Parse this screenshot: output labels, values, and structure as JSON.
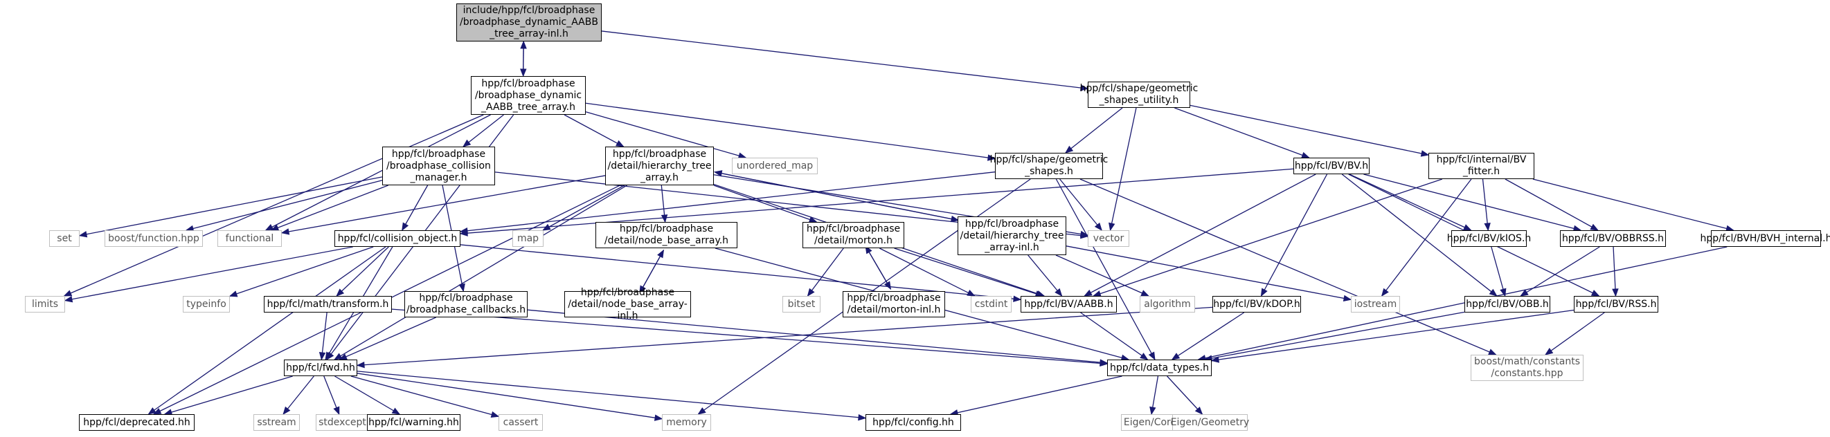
{
  "nodes": [
    {
      "id": "root",
      "label": "include/hpp/fcl/broadphase\n/broadphase_dynamic_AABB\n_tree_array-inl.h",
      "kind": "root"
    },
    {
      "id": "dyn",
      "label": "hpp/fcl/broadphase\n/broadphase_dynamic\n_AABB_tree_array.h",
      "kind": "doc"
    },
    {
      "id": "gsu",
      "label": "hpp/fcl/shape/geometric\n_shapes_utility.h",
      "kind": "doc"
    },
    {
      "id": "bcm",
      "label": "hpp/fcl/broadphase\n/broadphase_collision\n_manager.h",
      "kind": "doc"
    },
    {
      "id": "htree",
      "label": "hpp/fcl/broadphase\n/detail/hierarchy_tree\n_array.h",
      "kind": "doc"
    },
    {
      "id": "umap",
      "label": "unordered_map",
      "kind": "ext"
    },
    {
      "id": "gs",
      "label": "hpp/fcl/shape/geometric\n_shapes.h",
      "kind": "doc"
    },
    {
      "id": "bv",
      "label": "hpp/fcl/BV/BV.h",
      "kind": "doc"
    },
    {
      "id": "fitter",
      "label": "hpp/fcl/internal/BV\n_fitter.h",
      "kind": "doc"
    },
    {
      "id": "set",
      "label": "set",
      "kind": "ext"
    },
    {
      "id": "bfunc",
      "label": "boost/function.hpp",
      "kind": "ext"
    },
    {
      "id": "functional",
      "label": "functional",
      "kind": "ext"
    },
    {
      "id": "co",
      "label": "hpp/fcl/collision_object.h",
      "kind": "doc"
    },
    {
      "id": "map",
      "label": "map",
      "kind": "ext"
    },
    {
      "id": "nba",
      "label": "hpp/fcl/broadphase\n/detail/node_base_array.h",
      "kind": "doc"
    },
    {
      "id": "morton",
      "label": "hpp/fcl/broadphase\n/detail/morton.h",
      "kind": "doc"
    },
    {
      "id": "htreeinl",
      "label": "hpp/fcl/broadphase\n/detail/hierarchy_tree\n_array-inl.h",
      "kind": "doc"
    },
    {
      "id": "vector",
      "label": "vector",
      "kind": "ext"
    },
    {
      "id": "kios",
      "label": "hpp/fcl/BV/kIOS.h",
      "kind": "doc"
    },
    {
      "id": "obbrss",
      "label": "hpp/fcl/BV/OBBRSS.h",
      "kind": "doc"
    },
    {
      "id": "bvhint",
      "label": "hpp/fcl/BVH/BVH_internal.h",
      "kind": "doc"
    },
    {
      "id": "limits",
      "label": "limits",
      "kind": "ext"
    },
    {
      "id": "typeinfo",
      "label": "typeinfo",
      "kind": "ext"
    },
    {
      "id": "transform",
      "label": "hpp/fcl/math/transform.h",
      "kind": "doc"
    },
    {
      "id": "bcb",
      "label": "hpp/fcl/broadphase\n/broadphase_callbacks.h",
      "kind": "doc"
    },
    {
      "id": "nbainl",
      "label": "hpp/fcl/broadphase\n/detail/node_base_array-inl.h",
      "kind": "doc"
    },
    {
      "id": "bitset",
      "label": "bitset",
      "kind": "ext"
    },
    {
      "id": "mortoninl",
      "label": "hpp/fcl/broadphase\n/detail/morton-inl.h",
      "kind": "doc"
    },
    {
      "id": "cstdint",
      "label": "cstdint",
      "kind": "ext"
    },
    {
      "id": "aabb",
      "label": "hpp/fcl/BV/AABB.h",
      "kind": "doc"
    },
    {
      "id": "algorithm",
      "label": "algorithm",
      "kind": "ext"
    },
    {
      "id": "kdop",
      "label": "hpp/fcl/BV/kDOP.h",
      "kind": "doc"
    },
    {
      "id": "iostream",
      "label": "iostream",
      "kind": "ext"
    },
    {
      "id": "obb",
      "label": "hpp/fcl/BV/OBB.h",
      "kind": "doc"
    },
    {
      "id": "rss",
      "label": "hpp/fcl/BV/RSS.h",
      "kind": "doc"
    },
    {
      "id": "fwd",
      "label": "hpp/fcl/fwd.hh",
      "kind": "doc"
    },
    {
      "id": "dt",
      "label": "hpp/fcl/data_types.h",
      "kind": "doc"
    },
    {
      "id": "boostconst",
      "label": "boost/math/constants\n/constants.hpp",
      "kind": "ext"
    },
    {
      "id": "deprecated",
      "label": "hpp/fcl/deprecated.hh",
      "kind": "doc"
    },
    {
      "id": "sstream",
      "label": "sstream",
      "kind": "ext"
    },
    {
      "id": "stdexcept",
      "label": "stdexcept",
      "kind": "ext"
    },
    {
      "id": "warning",
      "label": "hpp/fcl/warning.hh",
      "kind": "doc"
    },
    {
      "id": "cassert",
      "label": "cassert",
      "kind": "ext"
    },
    {
      "id": "memory",
      "label": "memory",
      "kind": "ext"
    },
    {
      "id": "config",
      "label": "hpp/fcl/config.hh",
      "kind": "doc"
    },
    {
      "id": "eigencore",
      "label": "Eigen/Core",
      "kind": "ext"
    },
    {
      "id": "eigengeo",
      "label": "Eigen/Geometry",
      "kind": "ext"
    }
  ],
  "edges": [
    [
      "root",
      "dyn"
    ],
    [
      "root",
      "gsu"
    ],
    [
      "dyn",
      "root"
    ],
    [
      "dyn",
      "bcm"
    ],
    [
      "dyn",
      "htree"
    ],
    [
      "dyn",
      "umap"
    ],
    [
      "dyn",
      "gs"
    ],
    [
      "dyn",
      "functional"
    ],
    [
      "dyn",
      "limits"
    ],
    [
      "dyn",
      "fwd"
    ],
    [
      "gsu",
      "gs"
    ],
    [
      "gsu",
      "bv"
    ],
    [
      "gsu",
      "fitter"
    ],
    [
      "gsu",
      "vector"
    ],
    [
      "bcm",
      "set"
    ],
    [
      "bcm",
      "bfunc"
    ],
    [
      "bcm",
      "functional"
    ],
    [
      "bcm",
      "co"
    ],
    [
      "bcm",
      "bcb"
    ],
    [
      "bcm",
      "vector"
    ],
    [
      "htree",
      "map"
    ],
    [
      "htree",
      "functional"
    ],
    [
      "htree",
      "nba"
    ],
    [
      "htree",
      "morton"
    ],
    [
      "htree",
      "htreeinl"
    ],
    [
      "htree",
      "aabb"
    ],
    [
      "htree",
      "vector"
    ],
    [
      "htree",
      "deprecated"
    ],
    [
      "htree",
      "fwd"
    ],
    [
      "gs",
      "co"
    ],
    [
      "gs",
      "vector"
    ],
    [
      "gs",
      "memory"
    ],
    [
      "gs",
      "dt"
    ],
    [
      "gs",
      "boostconst"
    ],
    [
      "bv",
      "co"
    ],
    [
      "bv",
      "aabb"
    ],
    [
      "bv",
      "kios"
    ],
    [
      "bv",
      "obbrss"
    ],
    [
      "bv",
      "kdop"
    ],
    [
      "bv",
      "obb"
    ],
    [
      "bv",
      "rss"
    ],
    [
      "fitter",
      "kios"
    ],
    [
      "fitter",
      "obbrss"
    ],
    [
      "fitter",
      "bvhint"
    ],
    [
      "fitter",
      "iostream"
    ],
    [
      "fitter",
      "aabb"
    ],
    [
      "co",
      "limits"
    ],
    [
      "co",
      "typeinfo"
    ],
    [
      "co",
      "transform"
    ],
    [
      "co",
      "fwd"
    ],
    [
      "co",
      "aabb"
    ],
    [
      "co",
      "deprecated"
    ],
    [
      "nba",
      "nbainl"
    ],
    [
      "nbainl",
      "nba"
    ],
    [
      "nba",
      "dt"
    ],
    [
      "morton",
      "bitset"
    ],
    [
      "morton",
      "mortoninl"
    ],
    [
      "mortoninl",
      "morton"
    ],
    [
      "morton",
      "cstdint"
    ],
    [
      "morton",
      "aabb"
    ],
    [
      "htreeinl",
      "htree"
    ],
    [
      "htreeinl",
      "algorithm"
    ],
    [
      "htreeinl",
      "iostream"
    ],
    [
      "htreeinl",
      "aabb"
    ],
    [
      "kios",
      "obb"
    ],
    [
      "obbrss",
      "obb"
    ],
    [
      "obbrss",
      "rss"
    ],
    [
      "bvhint",
      "dt"
    ],
    [
      "transform",
      "fwd"
    ],
    [
      "transform",
      "dt"
    ],
    [
      "bcb",
      "fwd"
    ],
    [
      "bcb",
      "dt"
    ],
    [
      "aabb",
      "dt"
    ],
    [
      "kdop",
      "dt"
    ],
    [
      "kdop",
      "fwd"
    ],
    [
      "obb",
      "dt"
    ],
    [
      "rss",
      "dt"
    ],
    [
      "rss",
      "boostconst"
    ],
    [
      "fwd",
      "deprecated"
    ],
    [
      "fwd",
      "sstream"
    ],
    [
      "fwd",
      "stdexcept"
    ],
    [
      "fwd",
      "warning"
    ],
    [
      "fwd",
      "cassert"
    ],
    [
      "fwd",
      "memory"
    ],
    [
      "fwd",
      "config"
    ],
    [
      "dt",
      "config"
    ],
    [
      "dt",
      "eigencore"
    ],
    [
      "dt",
      "eigengeo"
    ]
  ]
}
